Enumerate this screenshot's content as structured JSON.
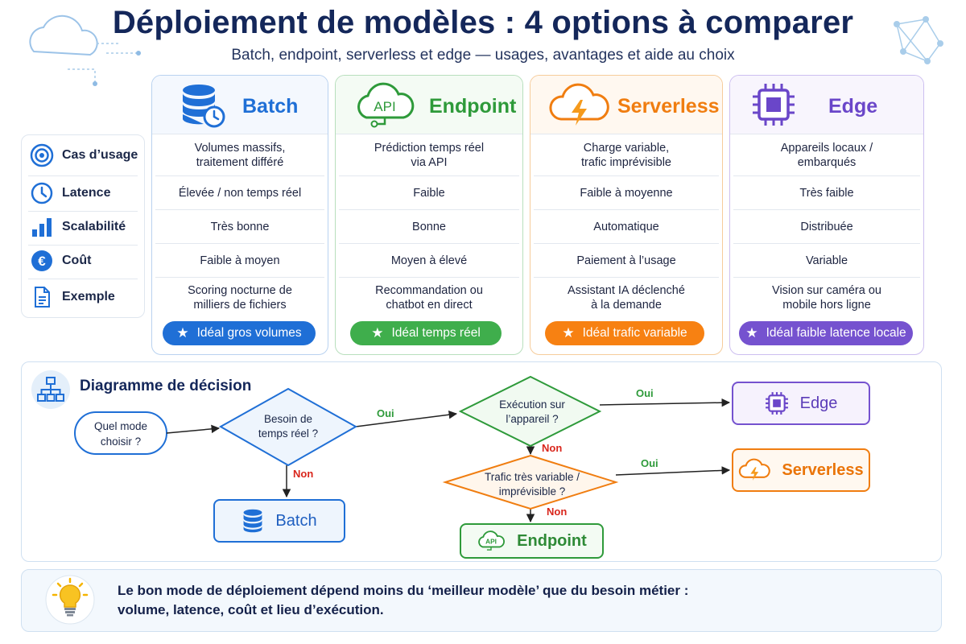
{
  "header": {
    "title": "Déploiement de modèles : 4 options à comparer",
    "subtitle": "Batch, endpoint, serverless et edge — usages, avantages et aide au choix"
  },
  "criteria": [
    {
      "label": "Cas d’usage",
      "icon": "target-icon"
    },
    {
      "label": "Latence",
      "icon": "clock-icon"
    },
    {
      "label": "Scalabilité",
      "icon": "bar-chart-icon"
    },
    {
      "label": "Coût",
      "icon": "euro-icon"
    },
    {
      "label": "Exemple",
      "icon": "document-icon"
    }
  ],
  "options": [
    {
      "name": "Batch",
      "color": "#1f6fd6",
      "icon": "database-clock-icon",
      "cells": [
        "Volumes massifs,\ntraitement différé",
        "Élevée / non temps réel",
        "Très bonne",
        "Faible à moyen",
        "Scoring nocturne de\nmilliers de fichiers"
      ],
      "badge": "Idéal gros volumes"
    },
    {
      "name": "Endpoint",
      "color": "#2e9a3a",
      "icon": "api-cloud-icon",
      "icon_text": "API",
      "cells": [
        "Prédiction temps réel\nvia API",
        "Faible",
        "Bonne",
        "Moyen à élevé",
        "Recommandation ou\nchatbot en direct"
      ],
      "badge": "Idéal temps réel"
    },
    {
      "name": "Serverless",
      "color": "#f07d10",
      "icon": "cloud-lightning-icon",
      "cells": [
        "Charge variable,\ntrafic imprévisible",
        "Faible à moyenne",
        "Automatique",
        "Paiement à l’usage",
        "Assistant IA déclenché\nà la demande"
      ],
      "badge": "Idéal trafic variable"
    },
    {
      "name": "Edge",
      "color": "#6a46c9",
      "icon": "chip-icon",
      "cells": [
        "Appareils locaux /\nembarqués",
        "Très faible",
        "Distribuée",
        "Variable",
        "Vision sur caméra ou\nmobile hors ligne"
      ],
      "badge": "Idéal faible latence locale"
    }
  ],
  "decision": {
    "title": "Diagramme de décision",
    "start": "Quel mode\nchoisir ?",
    "q1": "Besoin de\ntemps réel ?",
    "q2": "Exécution sur\nl’appareil ?",
    "q3": "Trafic très variable /\nimprévisible ?",
    "yes": "Oui",
    "no": "Non",
    "out_edge": "Edge",
    "out_serverless": "Serverless",
    "out_batch": "Batch",
    "out_endpoint": "Endpoint",
    "api_text": "API"
  },
  "takeaway": {
    "text": "Le bon mode de déploiement dépend moins du ‘meilleur modèle’ que du besoin métier :\nvolume, latence, coût et lieu d’exécution.",
    "icon": "lightbulb-icon"
  }
}
